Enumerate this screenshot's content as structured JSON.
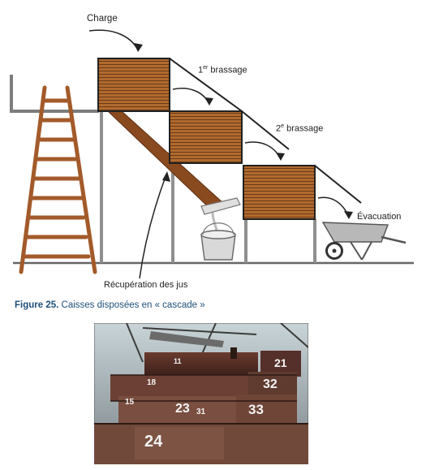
{
  "diagram": {
    "labels": {
      "charge": "Charge",
      "brassage1_num": "1",
      "brassage1_sup": "er",
      "brassage1_text": " brassage",
      "brassage2_num": "2",
      "brassage2_sup": "e",
      "brassage2_text": " brassage",
      "evacuation": "Évacuation",
      "recuperation": "Récupération des jus"
    }
  },
  "caption": {
    "figure": "Figure 25.",
    "text": " Caisses disposées en « cascade »"
  },
  "photo": {
    "box_numbers": [
      "21",
      "32",
      "18",
      "23",
      "33",
      "24",
      "15",
      "31",
      "11"
    ]
  },
  "colors": {
    "wood": "#a9652c",
    "wood_dark": "#6b3a17",
    "chute": "#8a4a1f",
    "post": "#8f8f8f",
    "caption": "#1f4f78"
  }
}
